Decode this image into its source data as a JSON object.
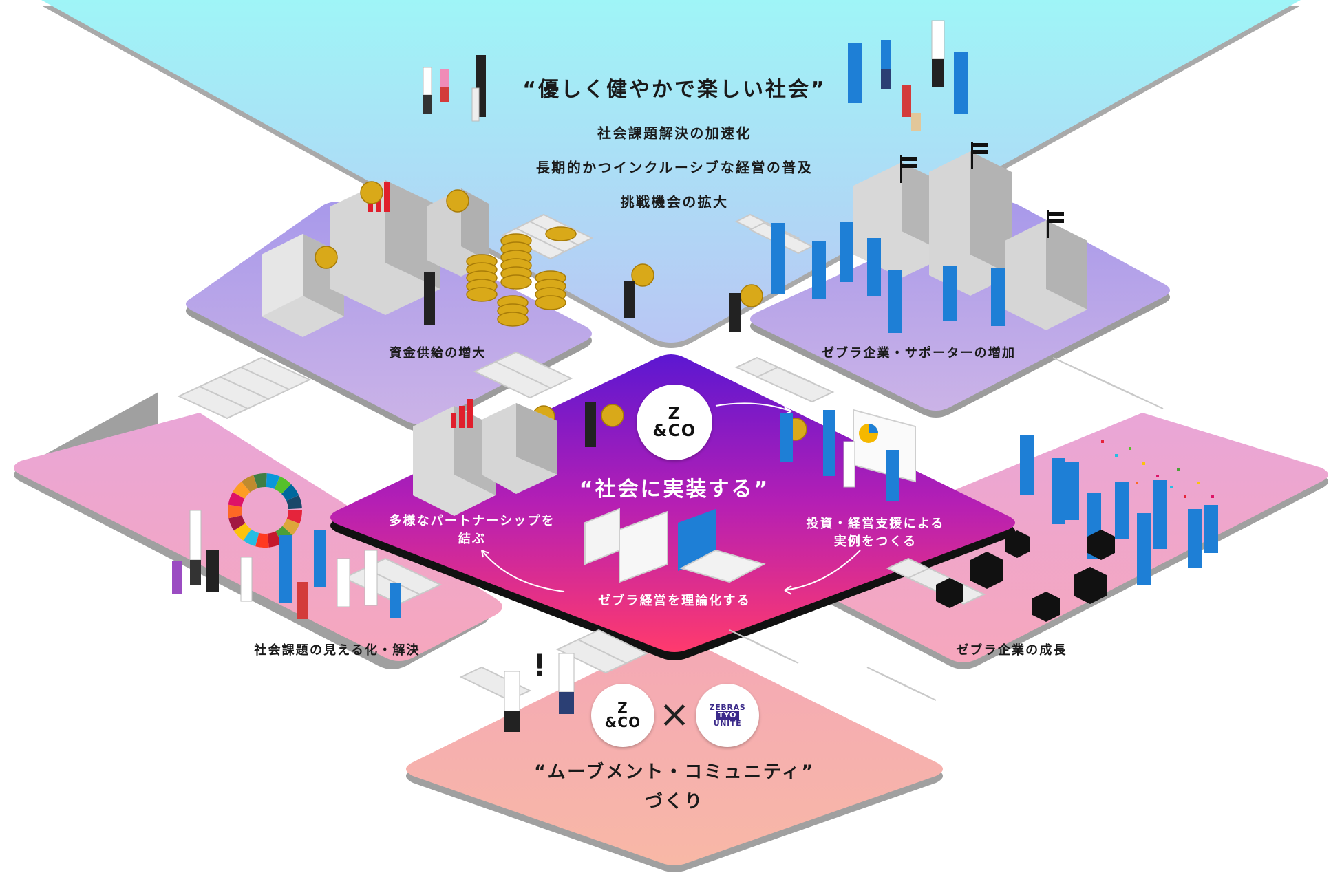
{
  "top_platform": {
    "title": "“優しく健やかで楽しい社会”",
    "lines": [
      "社会課題解決の加速化",
      "長期的かつインクルーシブな経営の普及",
      "挑戦機会の拡大"
    ]
  },
  "middle_left": {
    "label": "資金供給の増大"
  },
  "middle_right": {
    "label": "ゼブラ企業・サポーターの増加"
  },
  "center": {
    "title": "“社会に実装する”",
    "left_text": [
      "多様なパートナーシップを",
      "結ぶ"
    ],
    "right_text": [
      "投資・経営支援による",
      "実例をつくる"
    ],
    "bottom_text": "ゼブラ経営を理論化する",
    "logo": {
      "line1": "Z",
      "line2": "&CO"
    }
  },
  "lower_left": {
    "label": "社会課題の見える化・解決"
  },
  "lower_right": {
    "label": "ゼブラ企業の成長"
  },
  "bottom_platform": {
    "title": "“ムーブメント・コミュニティ”",
    "subtitle": "づくり",
    "exclamation": "!",
    "logo_left": {
      "line1": "Z",
      "line2": "&CO"
    },
    "times": "×",
    "logo_right": {
      "line1": "ZEBRAS",
      "line2": "TYO",
      "line3": "UNITE"
    }
  },
  "colors": {
    "top_platform": "#9ff0f5",
    "middle_platform": "#b7a6ec",
    "center_platform_top": "#6a1bd0",
    "center_platform_bottom": "#ff2e77",
    "lower_platform": "#f3a3c4",
    "bottom_platform": "#f7b0b0",
    "shirt_blue": "#1e7fd6",
    "coin_gold": "#d9a919"
  }
}
